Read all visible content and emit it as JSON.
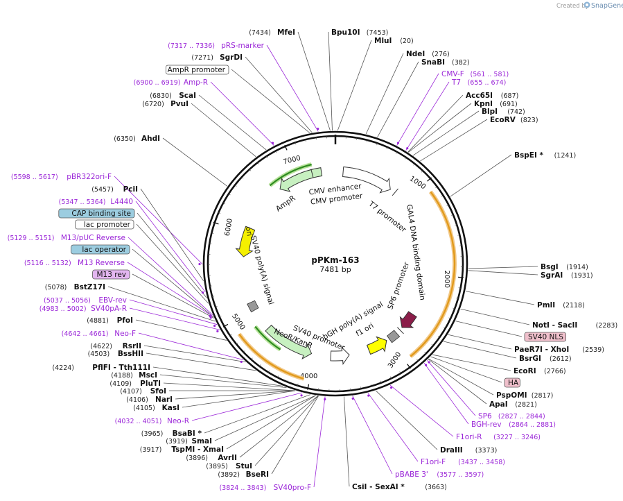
{
  "credit": {
    "prefix": "Created by",
    "brand": "SnapGene"
  },
  "plasmid": {
    "name": "pPKm-163",
    "length": "7481 bp"
  },
  "ruler": [
    {
      "text": "1000"
    },
    {
      "text": "2000"
    },
    {
      "text": "3000"
    },
    {
      "text": "4000"
    },
    {
      "text": "5000"
    },
    {
      "text": "6000"
    },
    {
      "text": "7000"
    }
  ],
  "features": [
    {
      "text": "CMV enhancer"
    },
    {
      "text": "CMV promoter"
    },
    {
      "text": "T7 promoter"
    },
    {
      "text": "GAL4 DNA binding domain"
    },
    {
      "text": "SP6 promoter"
    },
    {
      "text": "bGH poly(A) signal"
    },
    {
      "text": "f1 ori"
    },
    {
      "text": "SV40 promoter"
    },
    {
      "text": "NeoR/KanR"
    },
    {
      "text": "SV40 poly(A) signal"
    },
    {
      "text": "ori"
    },
    {
      "text": "AmpR"
    }
  ],
  "left_labels": [
    {
      "pos": "(7434)",
      "name": "MfeI"
    },
    {
      "pos": "(7317 .. 7336)",
      "name": "pRS-marker"
    },
    {
      "pos": "(7271)",
      "name": "SgrDI"
    },
    {
      "pos": "",
      "name": "AmpR promoter"
    },
    {
      "pos": "(6900 .. 6919)",
      "name": "Amp-R"
    },
    {
      "pos": "(6830)",
      "name": "ScaI"
    },
    {
      "pos": "(6720)",
      "name": "PvuI"
    },
    {
      "pos": "(6350)",
      "name": "AhdI"
    },
    {
      "pos": "(5598 .. 5617)",
      "name": "pBR322ori-F"
    },
    {
      "pos": "(5457)",
      "name": "PciI"
    },
    {
      "pos": "(5347 .. 5364)",
      "name": "L4440"
    },
    {
      "pos": "",
      "name": "CAP binding site"
    },
    {
      "pos": "",
      "name": "lac promoter"
    },
    {
      "pos": "(5129 .. 5151)",
      "name": "M13/pUC Reverse"
    },
    {
      "pos": "",
      "name": "lac operator"
    },
    {
      "pos": "(5116 .. 5132)",
      "name": "M13 Reverse"
    },
    {
      "pos": "",
      "name": "M13 rev"
    },
    {
      "pos": "(5078)",
      "name": "BstZ17I"
    },
    {
      "pos": "(5037 .. 5056)",
      "name": "EBV-rev"
    },
    {
      "pos": "(4983 .. 5002)",
      "name": "SV40pA-R"
    },
    {
      "pos": "(4881)",
      "name": "PfoI"
    },
    {
      "pos": "(4642 .. 4661)",
      "name": "Neo-F"
    },
    {
      "pos": "(4622)",
      "name": "RsrII"
    },
    {
      "pos": "(4503)",
      "name": "BssHII"
    },
    {
      "pos": "(4224)",
      "name": "PflFI - Tth111I"
    },
    {
      "pos": "(4188)",
      "name": "MscI"
    },
    {
      "pos": "(4109)",
      "name": "PluTI"
    },
    {
      "pos": "(4107)",
      "name": "SfoI"
    },
    {
      "pos": "(4106)",
      "name": "NarI"
    },
    {
      "pos": "(4105)",
      "name": "KasI"
    },
    {
      "pos": "(4032 .. 4051)",
      "name": "Neo-R"
    },
    {
      "pos": "(3965)",
      "name": "BsaBI *"
    },
    {
      "pos": "(3919)",
      "name": "SmaI"
    },
    {
      "pos": "(3917)",
      "name": "TspMI - XmaI"
    },
    {
      "pos": "(3896)",
      "name": "AvrII"
    },
    {
      "pos": "(3895)",
      "name": "StuI"
    },
    {
      "pos": "(3892)",
      "name": "BseRI"
    },
    {
      "pos": "(3824 .. 3843)",
      "name": "SV40pro-F"
    }
  ],
  "right_labels": [
    {
      "name": "Bpu10I",
      "pos": "(7453)"
    },
    {
      "name": "MluI",
      "pos": "(20)"
    },
    {
      "name": "NdeI",
      "pos": "(276)"
    },
    {
      "name": "SnaBI",
      "pos": "(382)"
    },
    {
      "name": "CMV-F",
      "pos": "(561 .. 581)"
    },
    {
      "name": "T7",
      "pos": "(655 .. 674)"
    },
    {
      "name": "Acc65I",
      "pos": "(687)"
    },
    {
      "name": "KpnI",
      "pos": "(691)"
    },
    {
      "name": "BlpI",
      "pos": "(742)"
    },
    {
      "name": "EcoRV",
      "pos": "(823)"
    },
    {
      "name": "BspEI *",
      "pos": "(1241)"
    },
    {
      "name": "BsgI",
      "pos": "(1914)"
    },
    {
      "name": "SgrAI",
      "pos": "(1931)"
    },
    {
      "name": "PmlI",
      "pos": "(2118)"
    },
    {
      "name": "NotI - SacII",
      "pos": "(2283)"
    },
    {
      "name": "SV40 NLS",
      "pos": ""
    },
    {
      "name": "PaeR7I - XhoI",
      "pos": "(2539)"
    },
    {
      "name": "BsrGI",
      "pos": "(2612)"
    },
    {
      "name": "EcoRI",
      "pos": "(2766)"
    },
    {
      "name": "HA",
      "pos": ""
    },
    {
      "name": "PspOMI",
      "pos": "(2817)"
    },
    {
      "name": "ApaI",
      "pos": "(2821)"
    },
    {
      "name": "SP6",
      "pos": "(2827 .. 2844)"
    },
    {
      "name": "BGH-rev",
      "pos": "(2864 .. 2881)"
    },
    {
      "name": "F1ori-R",
      "pos": "(3227 .. 3246)"
    },
    {
      "name": "DraIII",
      "pos": "(3373)"
    },
    {
      "name": "F1ori-F",
      "pos": "(3437 .. 3458)"
    },
    {
      "name": "pBABE 3'",
      "pos": "(3577 .. 3597)"
    },
    {
      "name": "CsiI - SexAI *",
      "pos": "(3663)"
    }
  ]
}
